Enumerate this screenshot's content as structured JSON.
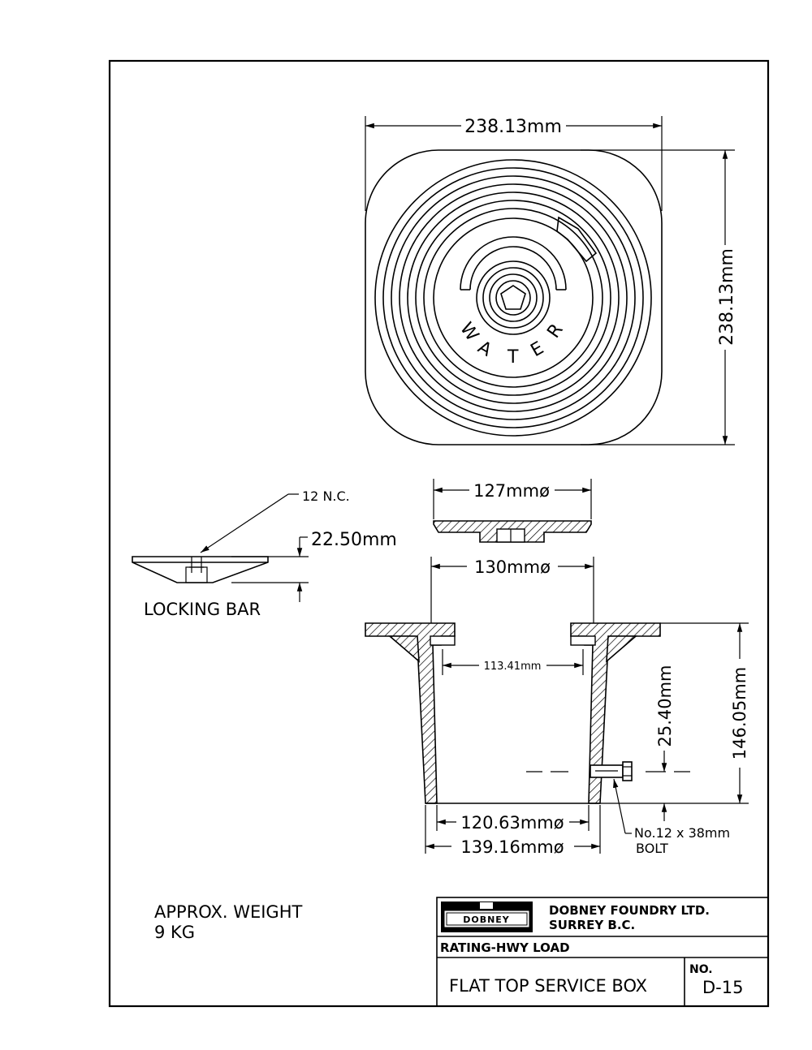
{
  "plan_view": {
    "width_dim": "238.13mm",
    "height_dim": "238.13mm",
    "lid_letters": [
      "W",
      "A",
      "T",
      "E",
      "R"
    ]
  },
  "lid_section": {
    "diameter_dim": "127mmø"
  },
  "locking_bar": {
    "thread_label": "12 N.C.",
    "height_dim": "22.50mm",
    "title": "LOCKING BAR"
  },
  "box_section": {
    "top_diameter_dim": "130mmø",
    "inner_dim": "113.41mm",
    "bolt_offset_dim": "25.40mm",
    "height_dim": "146.05mm",
    "bottom_inner_dim": "120.63mmø",
    "bottom_outer_dim": "139.16mmø",
    "bolt_label_line1": "No.12  x  38mm",
    "bolt_label_line2": "BOLT"
  },
  "weight": {
    "line1": "APPROX.  WEIGHT",
    "line2": "9  KG"
  },
  "title_block": {
    "logo_text": "DOBNEY",
    "company_line1": "DOBNEY  FOUNDRY  LTD.",
    "company_line2": "SURREY  B.C.",
    "rating": "RATING-HWY  LOAD",
    "drawing_title": "FLAT  TOP  SERVICE  BOX",
    "number_label": "NO.",
    "number_value": "D-15"
  }
}
